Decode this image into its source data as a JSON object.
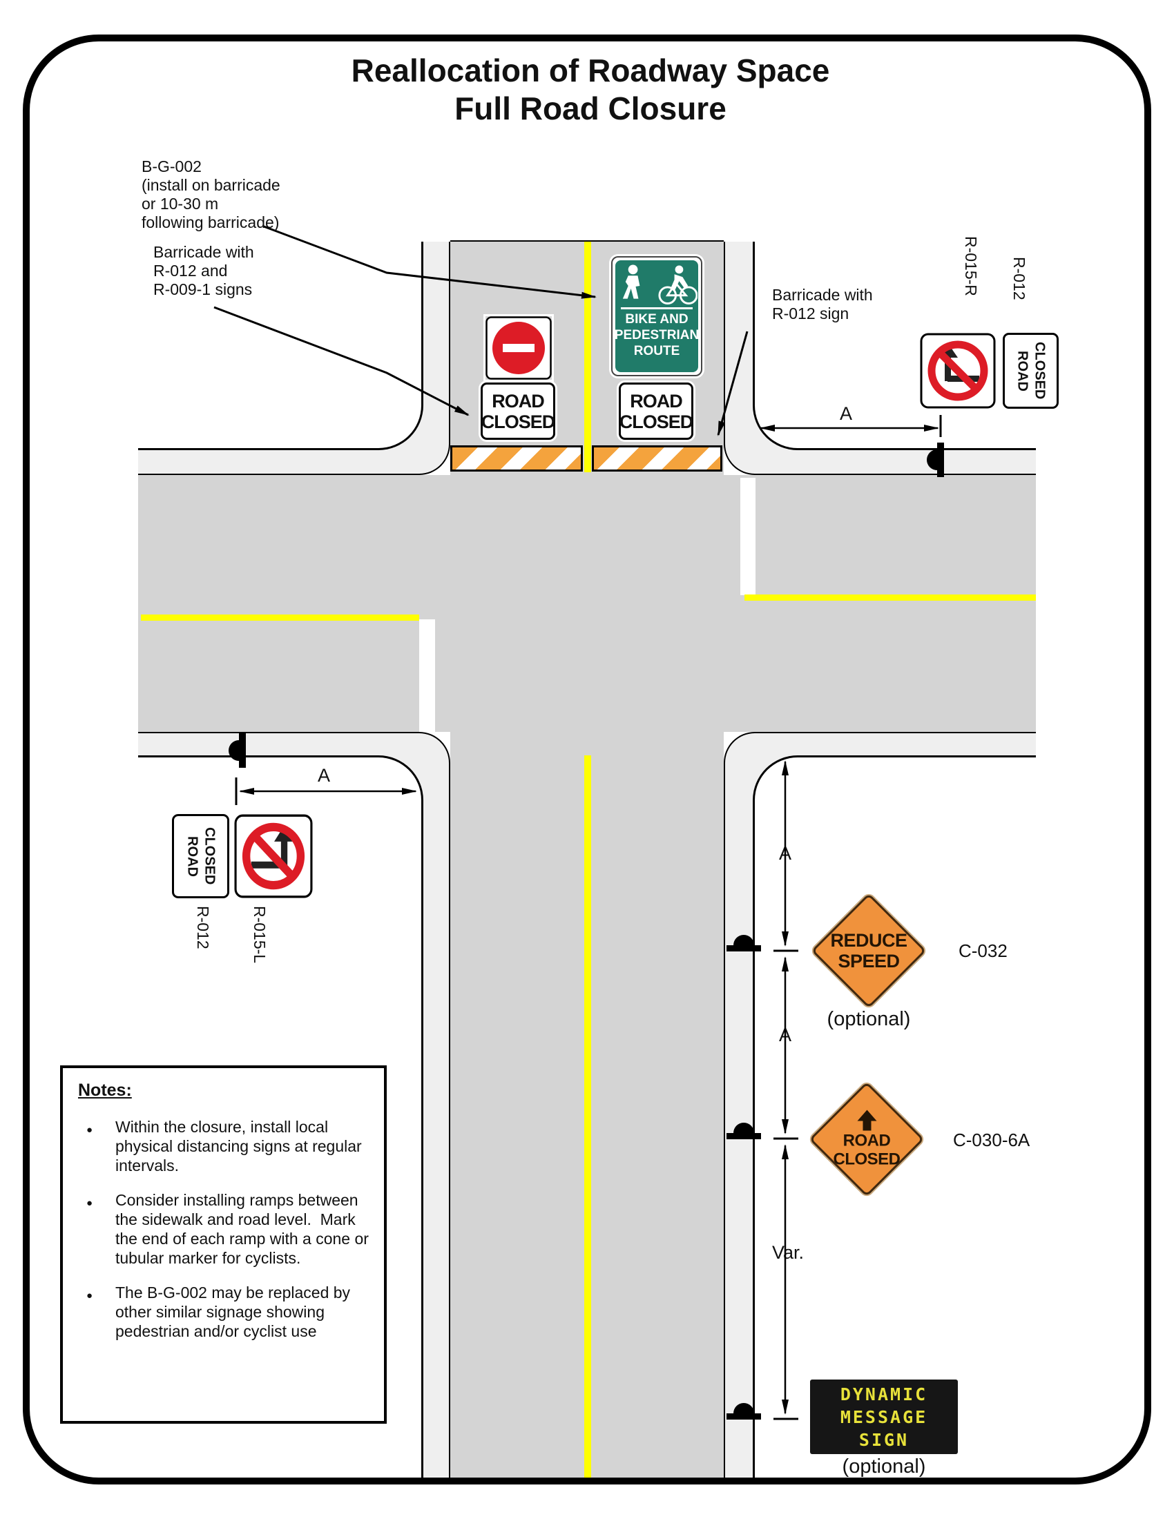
{
  "title": {
    "line1": "Reallocation of Roadway Space",
    "line2": "Full Road Closure"
  },
  "callouts": {
    "bg002": "B-G-002\n(install on barricade\nor 10-30 m\nfollowing barricade)",
    "barricade_left": "Barricade with\nR-012 and\nR-009-1 signs",
    "barricade_right": "Barricade with\nR-012 sign"
  },
  "signs": {
    "road_closed": {
      "line1": "ROAD",
      "line2": "CLOSED"
    },
    "bike_ped": {
      "line1": "BIKE AND",
      "line2": "PEDESTRIAN",
      "line3": "ROUTE"
    },
    "reduce_speed": {
      "line1": "REDUCE",
      "line2": "SPEED",
      "code": "C-032",
      "note": "(optional)"
    },
    "road_closed_ahead": {
      "line1": "ROAD",
      "line2": "CLOSED",
      "code": "C-030-6A"
    },
    "dms": {
      "line1": "DYNAMIC",
      "line2": "MESSAGE",
      "line3": "SIGN",
      "note": "(optional)"
    }
  },
  "sign_codes": {
    "r015_r": "R-015-R",
    "r012_ne": "R-012",
    "r012_sw": "R-012",
    "r015_l": "R-015-L"
  },
  "dimensions": {
    "a_ne": "A",
    "a_sw": "A",
    "a_se1": "A",
    "a_se2": "A",
    "var_se": "Var."
  },
  "notes": {
    "heading": "Notes:",
    "bullets": [
      "Within the closure, install local physical distancing signs at regular intervals.",
      "Consider installing ramps between the sidewalk and road level.  Mark the end of each ramp with a cone or tubular marker for cyclists.",
      "The B-G-002 may be replaced by other similar signage showing pedestrian and/or cyclist use"
    ]
  },
  "colors": {
    "road": "#d4d4d4",
    "walk": "#efefef",
    "line": "#ffff00",
    "cone": "#f4a33d",
    "work": "#f0923c",
    "green": "#207b69",
    "red": "#dd1c26",
    "dms_text": "#e8e23a",
    "ink": "#000000"
  }
}
